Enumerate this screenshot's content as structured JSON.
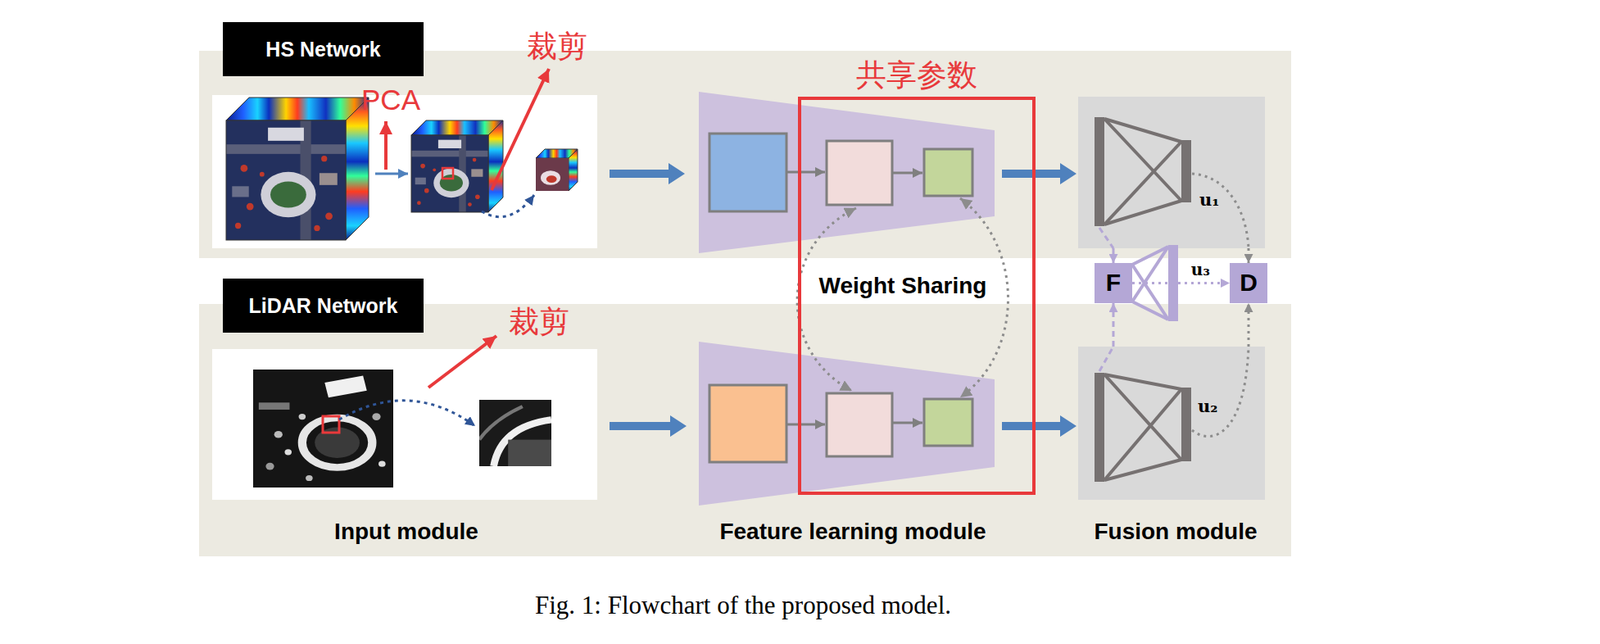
{
  "diagram": {
    "caption": "Fig. 1: Flowchart of the proposed model.",
    "nodes": [
      {
        "text": [
          "HS Network"
        ]
      },
      {
        "text": [
          "LiDAR Network"
        ]
      },
      {
        "text": [
          "共享参数",
          "Weight Sharing"
        ]
      },
      {
        "text": [
          "u₁"
        ]
      },
      {
        "text": [
          "u₂"
        ]
      },
      {
        "text": [
          "F"
        ]
      },
      {
        "text": [
          "D"
        ]
      }
    ],
    "edges": [
      {
        "from": 3,
        "to": 5,
        "arrow": "to"
      },
      {
        "from": 4,
        "to": 5,
        "arrow": "to"
      },
      {
        "from": 3,
        "to": 6,
        "arrow": "to"
      },
      {
        "from": 4,
        "to": 6,
        "arrow": "to"
      },
      {
        "from": 5,
        "to": 6,
        "label": "u₃",
        "arrow": "to"
      }
    ],
    "labels": [
      "PCA",
      "裁剪",
      "裁剪",
      "Input module",
      "Feature learning module",
      "Fusion module"
    ]
  }
}
